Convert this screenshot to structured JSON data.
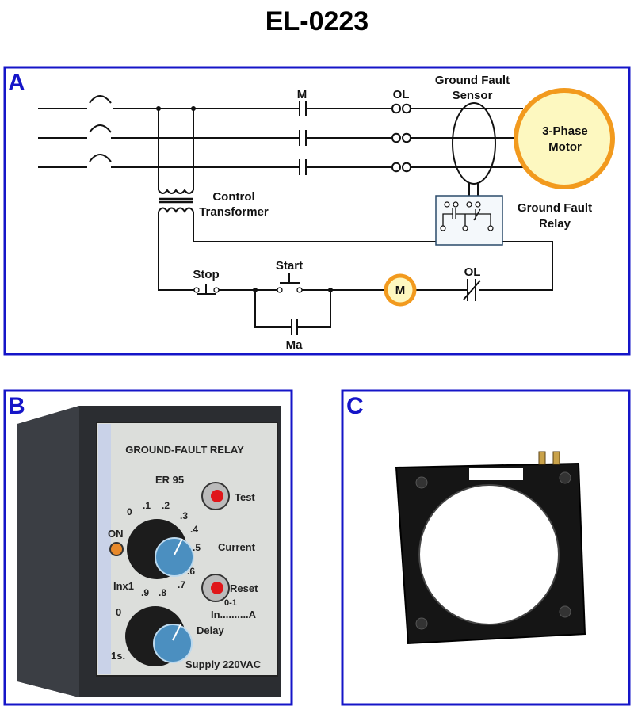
{
  "title": "EL-0223",
  "colors": {
    "frame": "#1515c8",
    "motor_fill": "#fdf8c0",
    "motor_ring": "#f29a1e",
    "wire": "#111111"
  },
  "panel_a": {
    "letter": "A",
    "labels": {
      "m": "M",
      "ol": "OL",
      "sensor_1": "Ground Fault",
      "sensor_2": "Sensor",
      "motor_1": "3-Phase",
      "motor_2": "Motor",
      "transformer_1": "Control",
      "transformer_2": "Transformer",
      "relay_1": "Ground Fault",
      "relay_2": "Relay",
      "stop": "Stop",
      "start": "Start",
      "coil": "M",
      "ol_nc": "OL",
      "ma": "Ma"
    }
  },
  "panel_b": {
    "letter": "B",
    "device_title": "GROUND-FAULT RELAY",
    "model": "ER 95",
    "on": "ON",
    "test": "Test",
    "current": "Current",
    "reset": "Reset",
    "range_top": "0-1",
    "range": "In..........A",
    "inx1": "Inx1",
    "delay": "Delay",
    "delay_zero": "0",
    "delay_max": "1s.",
    "supply": "Supply 220VAC",
    "scale": [
      "0",
      ".1",
      ".2",
      ".3",
      ".4",
      ".5",
      ".6",
      ".7",
      ".8",
      ".9"
    ]
  },
  "panel_c": {
    "letter": "C"
  }
}
